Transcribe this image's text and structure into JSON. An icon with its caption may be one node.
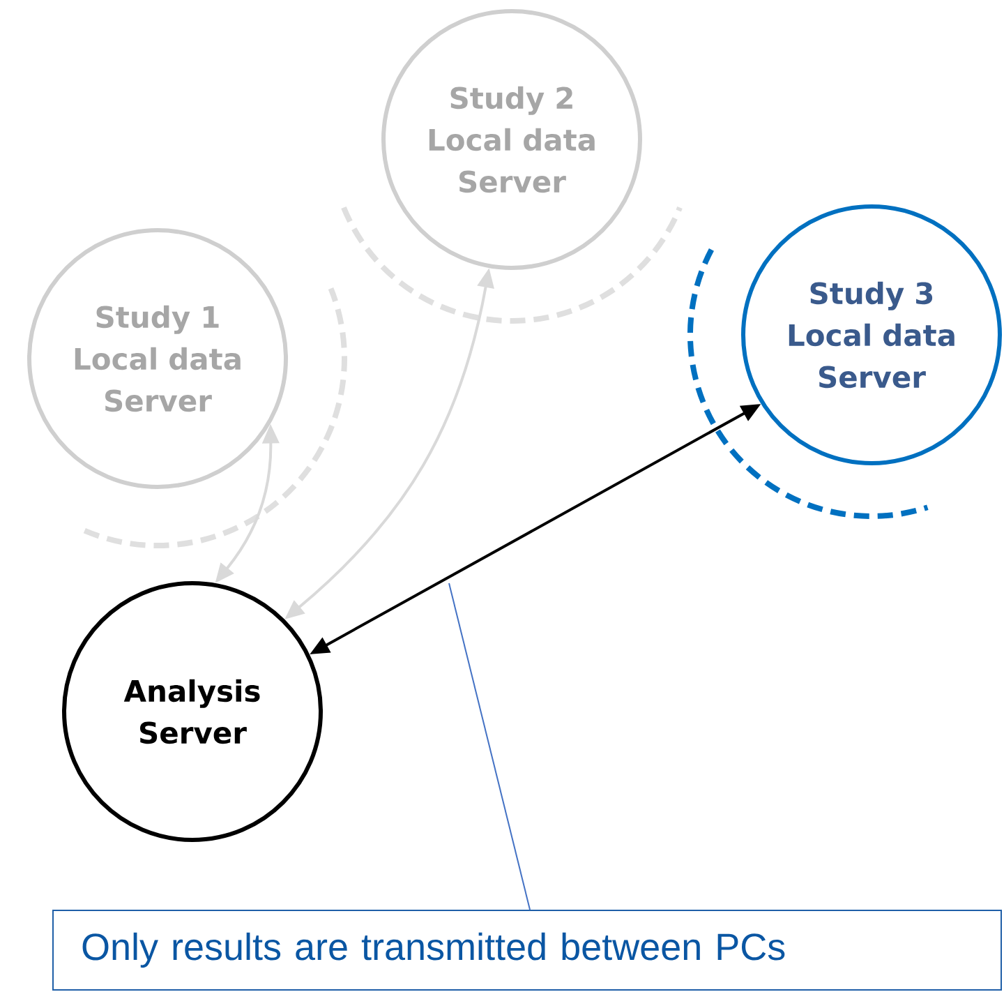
{
  "diagram": {
    "nodes": [
      {
        "text": [
          "Study 1 Local data Server"
        ]
      },
      {
        "text": [
          "Study 2 Local data Server"
        ]
      },
      {
        "text": [
          "Study 3 Local data Server"
        ]
      },
      {
        "text": [
          "Analysis Server"
        ]
      },
      {
        "text": [
          "Only results are transmitted between PCs"
        ]
      }
    ],
    "edges": [
      {
        "from": 3,
        "to": 0,
        "arrow": "both",
        "color": "#d9d9d9"
      },
      {
        "from": 3,
        "to": 1,
        "arrow": "both",
        "color": "#d9d9d9"
      },
      {
        "from": 3,
        "to": 2,
        "arrow": "both",
        "color": "#000000"
      },
      {
        "from": 4,
        "to": null,
        "arrow": "none",
        "color": "#4472c4"
      }
    ]
  }
}
